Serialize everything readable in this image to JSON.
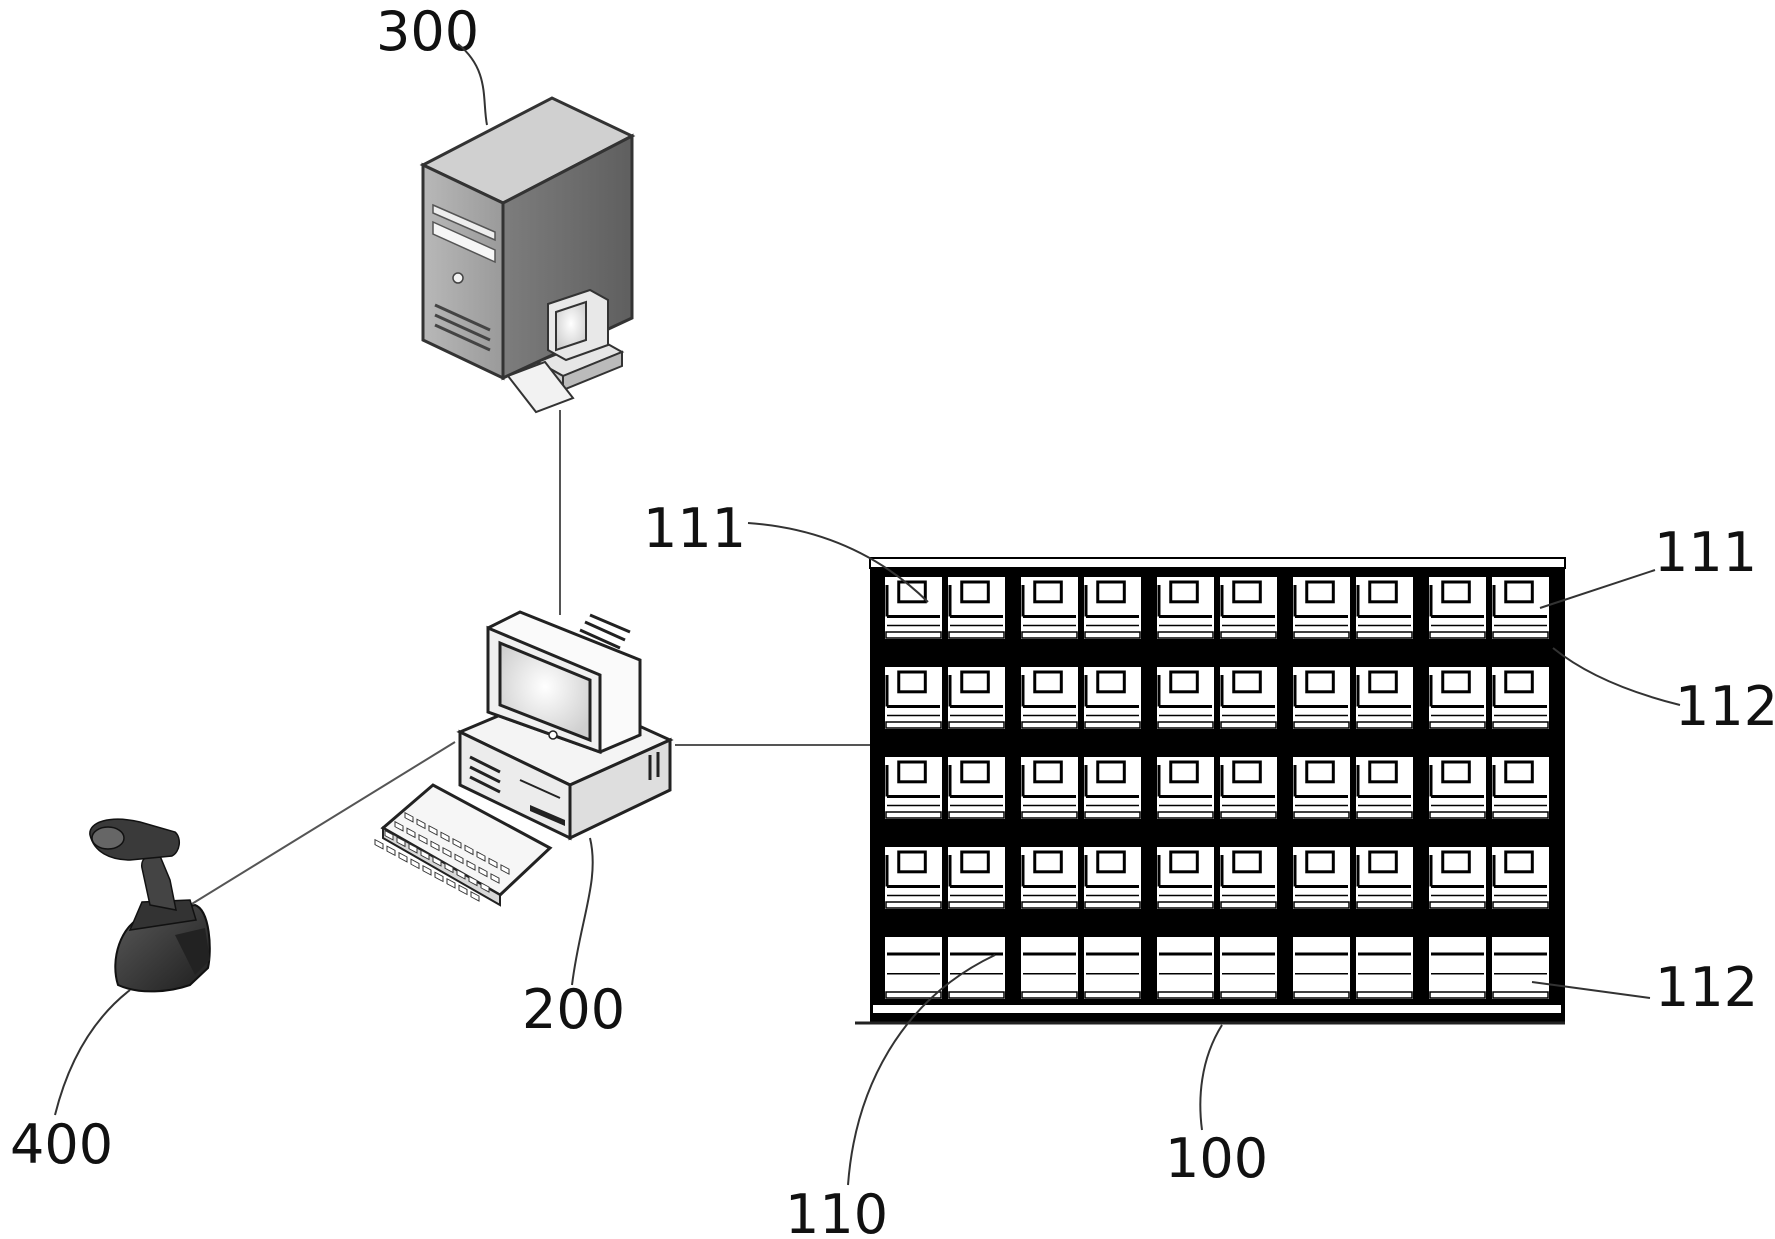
{
  "labels": {
    "server": "300",
    "computer": "200",
    "scanner": "400",
    "cabinet": "100",
    "cabinet_unit": "110",
    "compartment_top_left": "111",
    "compartment_top_right": "111",
    "indicator_right": "112",
    "indicator_bottom_right": "112"
  },
  "cabinet": {
    "columns": 5,
    "rows": 5,
    "cells_per_unit": 2
  },
  "colors": {
    "cabinet_frame": "#000000",
    "server_body": "#a9a9a9",
    "line": "#555555"
  }
}
